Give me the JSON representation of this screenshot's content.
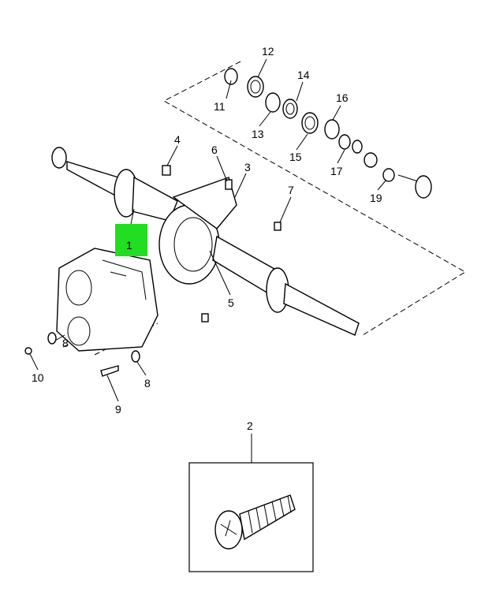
{
  "callouts": [
    "1",
    "2",
    "3",
    "4",
    "5",
    "6",
    "7",
    "8",
    "8",
    "9",
    "10",
    "11",
    "12",
    "13",
    "14",
    "15",
    "16",
    "17",
    "19"
  ],
  "highlight_color": "#22dd22"
}
